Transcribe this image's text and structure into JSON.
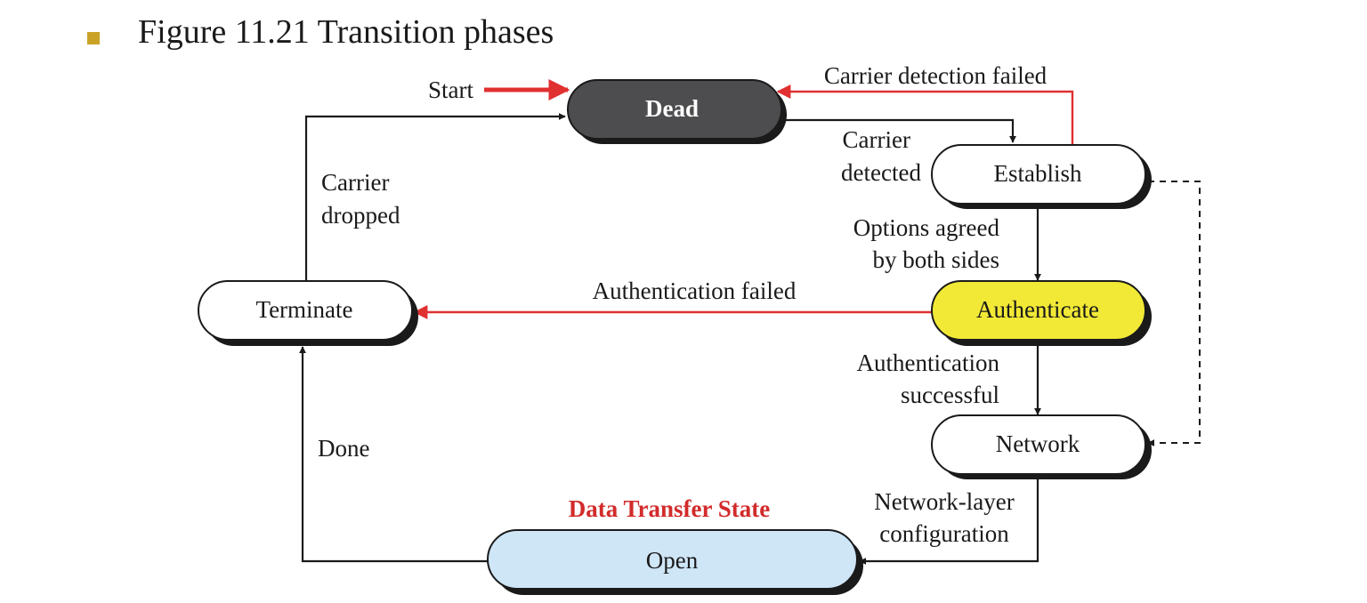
{
  "heading": "Figure 11.21  Transition phases",
  "colors": {
    "bullet": "#c9a227",
    "red_edges": "#e03030",
    "black_edges": "#1a1a1a",
    "dead_fill": "#4d4d4f",
    "authenticate_fill": "#f2e936",
    "open_fill": "#cfe6f7",
    "default_fill": "#ffffff",
    "data_transfer_label": "#d22b2b"
  },
  "nodes": {
    "dead": "Dead",
    "establish": "Establish",
    "authenticate": "Authenticate",
    "network": "Network",
    "open": "Open",
    "terminate": "Terminate"
  },
  "edge_labels": {
    "start": "Start",
    "carrier_detection_failed": "Carrier detection failed",
    "carrier_detected": [
      "Carrier",
      "detected"
    ],
    "options_agreed": [
      "Options agreed",
      "by both sides"
    ],
    "authentication_failed": "Authentication failed",
    "authentication_successful": [
      "Authentication",
      "successful"
    ],
    "network_layer_configuration": [
      "Network-layer",
      "configuration"
    ],
    "done": "Done",
    "carrier_dropped": [
      "Carrier",
      "dropped"
    ],
    "data_transfer_state": "Data Transfer State"
  }
}
